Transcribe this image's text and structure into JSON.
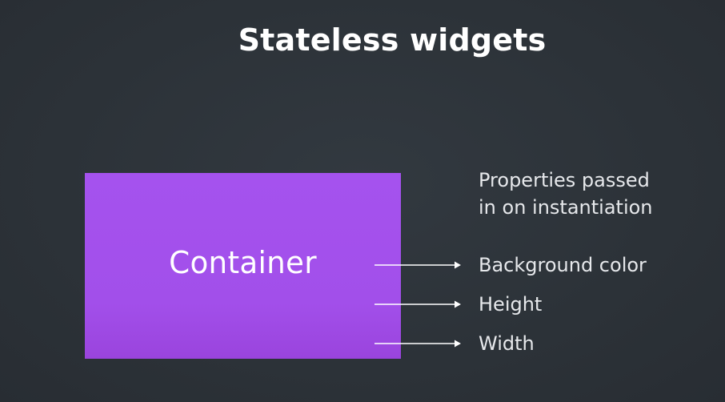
{
  "title": "Stateless widgets",
  "container_label": "Container",
  "properties_heading": [
    "Properties passed",
    "in on instantiation"
  ],
  "properties": [
    {
      "label": "Background color"
    },
    {
      "label": "Height"
    },
    {
      "label": "Width"
    }
  ],
  "colors": {
    "background": "#2d333a",
    "container_fill": "#a552ee",
    "text": "#ffffff",
    "arrow": "#ffffff"
  }
}
